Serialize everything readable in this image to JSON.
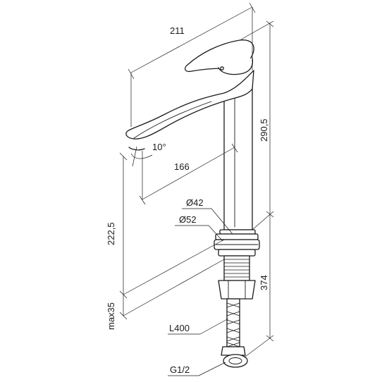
{
  "dimensions": {
    "total_spout_reach": "211",
    "body_height": "290,5",
    "aerator_angle": "10°",
    "spout_reach": "166",
    "body_diameter": "Ø42",
    "base_diameter": "Ø52",
    "spout_outlet_height": "222,5",
    "total_height": "374",
    "max_counter_thickness": "max35",
    "hose_length": "L400",
    "connection_thread": "G1/2"
  },
  "colors": {
    "line": "#1a1a1a",
    "background": "#ffffff"
  }
}
